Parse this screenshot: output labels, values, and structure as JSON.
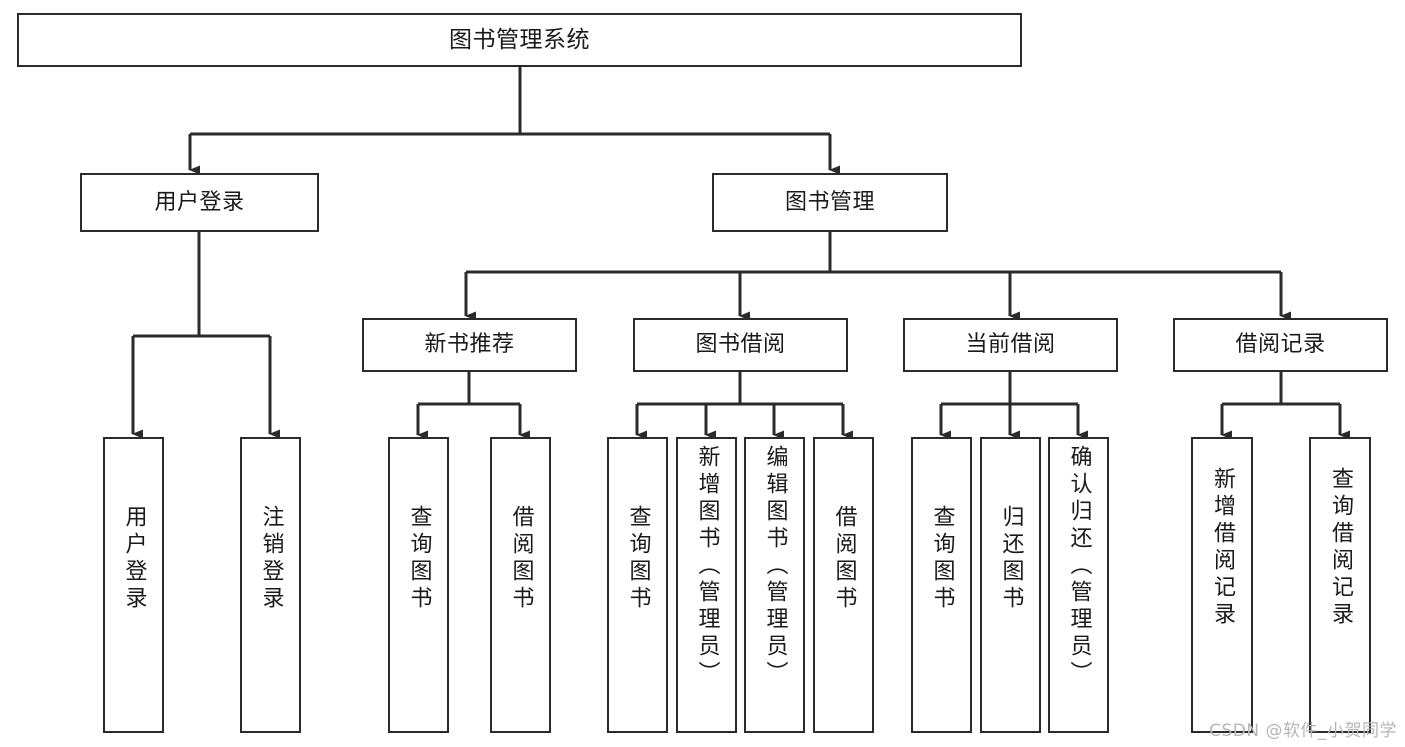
{
  "diagram": {
    "title": "图书管理系统",
    "type": "tree",
    "root": {
      "id": "root",
      "label": "图书管理系统"
    },
    "level1": [
      {
        "id": "user-login",
        "label": "用户登录"
      },
      {
        "id": "book-manage",
        "label": "图书管理"
      }
    ],
    "level2": [
      {
        "id": "new-book-recommend",
        "label": "新书推荐",
        "parent": "book-manage"
      },
      {
        "id": "book-borrow",
        "label": "图书借阅",
        "parent": "book-manage"
      },
      {
        "id": "current-borrow",
        "label": "当前借阅",
        "parent": "book-manage"
      },
      {
        "id": "borrow-record",
        "label": "借阅记录",
        "parent": "book-manage"
      }
    ],
    "leaves": [
      {
        "id": "leaf-user-login",
        "label": "用户登录",
        "parent": "user-login"
      },
      {
        "id": "leaf-user-logout",
        "label": "注销登录",
        "parent": "user-login"
      },
      {
        "id": "leaf-query-book-1",
        "label": "查询图书",
        "parent": "new-book-recommend"
      },
      {
        "id": "leaf-borrow-book-1",
        "label": "借阅图书",
        "parent": "new-book-recommend"
      },
      {
        "id": "leaf-query-book-2",
        "label": "查询图书",
        "parent": "book-borrow"
      },
      {
        "id": "leaf-add-book",
        "label": "新增图书（管理员）",
        "parent": "book-borrow"
      },
      {
        "id": "leaf-edit-book",
        "label": "编辑图书（管理员）",
        "parent": "book-borrow"
      },
      {
        "id": "leaf-borrow-book-2",
        "label": "借阅图书",
        "parent": "book-borrow"
      },
      {
        "id": "leaf-query-book-3",
        "label": "查询图书",
        "parent": "current-borrow"
      },
      {
        "id": "leaf-return-book",
        "label": "归还图书",
        "parent": "current-borrow"
      },
      {
        "id": "leaf-confirm-return",
        "label": "确认归还（管理员）",
        "parent": "current-borrow"
      },
      {
        "id": "leaf-add-record",
        "label": "新增借阅记录",
        "parent": "borrow-record"
      },
      {
        "id": "leaf-query-record",
        "label": "查询借阅记录",
        "parent": "borrow-record"
      }
    ],
    "colors": {
      "stroke": "#2b2b2b",
      "fill": "#ffffff",
      "text": "#1a1a1a",
      "watermark": "#b6b6b6"
    }
  },
  "watermark": {
    "text": "CSDN @软件_小贺同学"
  }
}
